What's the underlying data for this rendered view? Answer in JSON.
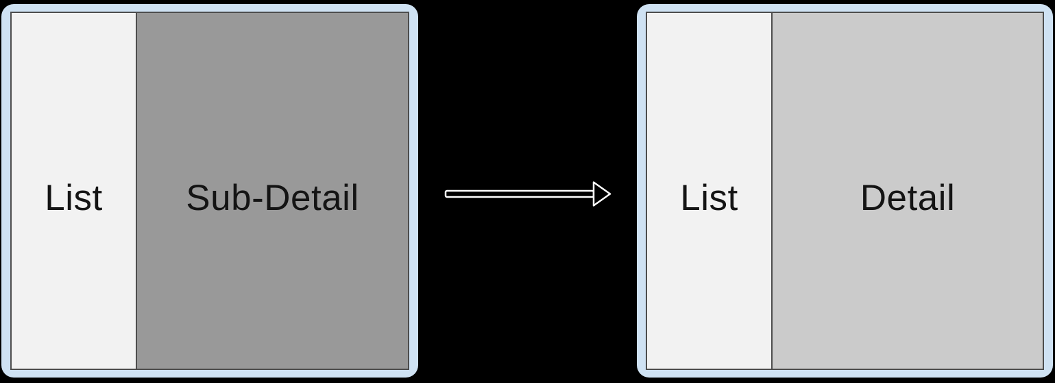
{
  "colors": {
    "background": "#000000",
    "device_frame": "#cfe2f3",
    "screen_border": "#4d4d4d",
    "list_pane": "#f2f2f2",
    "sub_detail_pane": "#999999",
    "detail_pane": "#cbcbcb",
    "label_text": "#141414",
    "arrow_stroke": "#ffffff",
    "arrow_fill": "#000000"
  },
  "diagram": {
    "before": {
      "list_label": "List",
      "detail_label": "Sub-Detail"
    },
    "after": {
      "list_label": "List",
      "detail_label": "Detail"
    },
    "arrow": {
      "icon": "right-arrow-icon",
      "direction": "right"
    }
  }
}
